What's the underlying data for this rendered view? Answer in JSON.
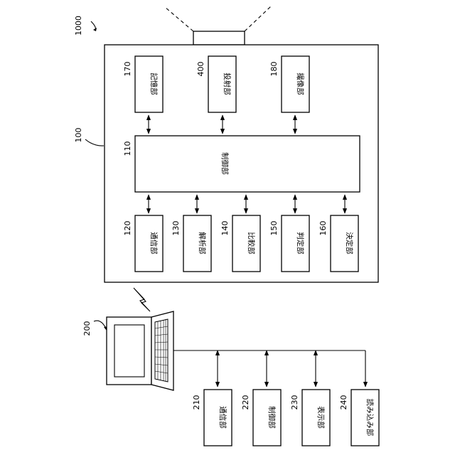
{
  "diagram": {
    "system_ref": "1000",
    "device_ref": "100",
    "terminal_ref": "200",
    "device_blocks": {
      "storage": {
        "ref": "170",
        "label": "記憶部"
      },
      "projection": {
        "ref": "400",
        "label": "投射部"
      },
      "imaging": {
        "ref": "180",
        "label": "撮像部"
      },
      "control": {
        "ref": "110",
        "label": "制御部"
      },
      "comm": {
        "ref": "120",
        "label": "通信部"
      },
      "analysis": {
        "ref": "130",
        "label": "解析部"
      },
      "compare": {
        "ref": "140",
        "label": "比較部"
      },
      "judge": {
        "ref": "150",
        "label": "判定部"
      },
      "decide": {
        "ref": "160",
        "label": "決定部"
      }
    },
    "terminal_blocks": {
      "comm": {
        "ref": "210",
        "label": "通信部"
      },
      "control": {
        "ref": "220",
        "label": "制御部"
      },
      "display": {
        "ref": "230",
        "label": "表示部"
      },
      "reader": {
        "ref": "240",
        "label": "読み込み部"
      }
    }
  }
}
